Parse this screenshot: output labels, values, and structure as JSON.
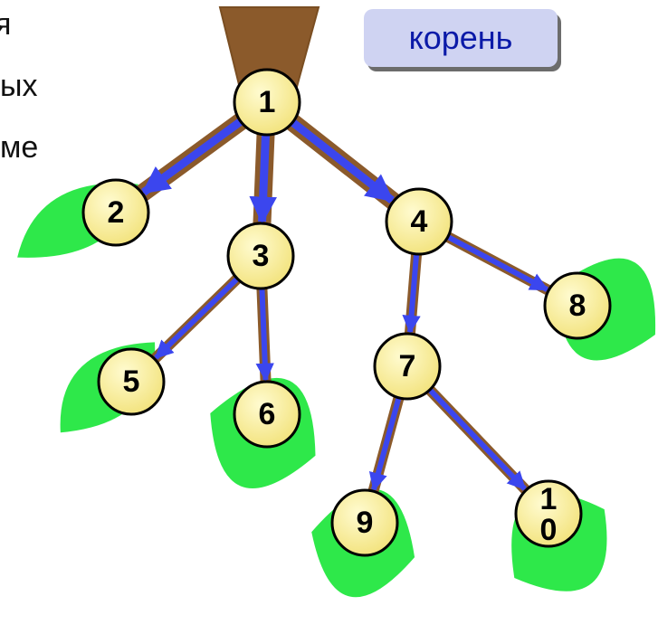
{
  "text_fragments": [
    "я",
    "ых",
    "ме"
  ],
  "callout": {
    "label": "корень",
    "points_to": "1"
  },
  "colors": {
    "branch": "#8b5a2b",
    "branch_dark": "#7a4e22",
    "arrow": "#3b46ee",
    "leaf": "#2ee84a",
    "node_fill_center": "#fffbd0",
    "node_fill_edge": "#f2e27a",
    "node_stroke": "#000000",
    "callout_bg": "#cfd3f2",
    "callout_text": "#0b1aa8"
  },
  "tree": {
    "nodes": [
      {
        "id": "1",
        "label": "1",
        "leaf": false
      },
      {
        "id": "2",
        "label": "2",
        "leaf": true
      },
      {
        "id": "3",
        "label": "3",
        "leaf": false
      },
      {
        "id": "4",
        "label": "4",
        "leaf": false
      },
      {
        "id": "5",
        "label": "5",
        "leaf": true
      },
      {
        "id": "6",
        "label": "6",
        "leaf": true
      },
      {
        "id": "7",
        "label": "7",
        "leaf": false
      },
      {
        "id": "8",
        "label": "8",
        "leaf": true
      },
      {
        "id": "9",
        "label": "9",
        "leaf": true
      },
      {
        "id": "10",
        "label": "1\n0",
        "leaf": true
      }
    ],
    "edges": [
      {
        "from": "1",
        "to": "2"
      },
      {
        "from": "1",
        "to": "3"
      },
      {
        "from": "1",
        "to": "4"
      },
      {
        "from": "3",
        "to": "5"
      },
      {
        "from": "3",
        "to": "6"
      },
      {
        "from": "4",
        "to": "7"
      },
      {
        "from": "4",
        "to": "8"
      },
      {
        "from": "7",
        "to": "9"
      },
      {
        "from": "7",
        "to": "10"
      }
    ]
  }
}
